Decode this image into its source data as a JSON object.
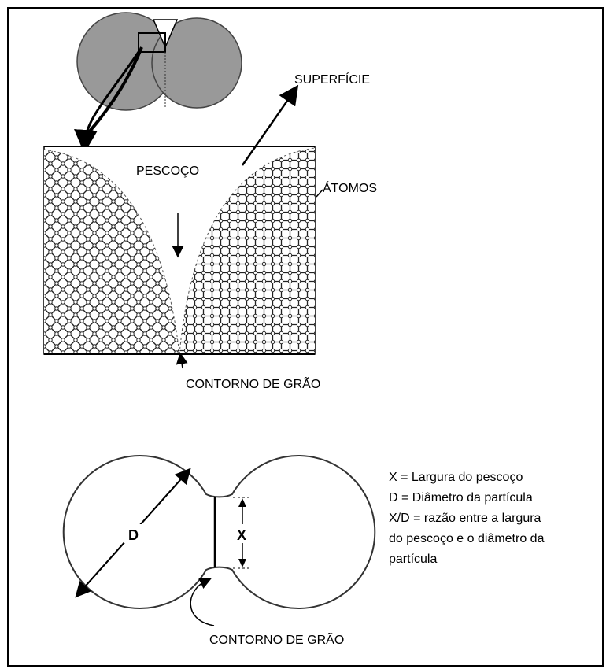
{
  "top_diagram": {
    "surface_label": "SUPERFÍCIE",
    "neck_label": "PESCOÇO",
    "atoms_label": "ÁTOMOS",
    "grain_boundary_label": "CONTORNO DE GRÃO"
  },
  "bottom_diagram": {
    "diameter_symbol": "D",
    "neck_symbol": "X",
    "grain_boundary_label": "CONTORNO DE GRÃO",
    "legend": [
      "X = Largura do pescoço",
      "D = Diâmetro da partícula",
      "X/D = razão entre a largura",
      "do pescoço e o diâmetro da",
      "partícula"
    ]
  }
}
